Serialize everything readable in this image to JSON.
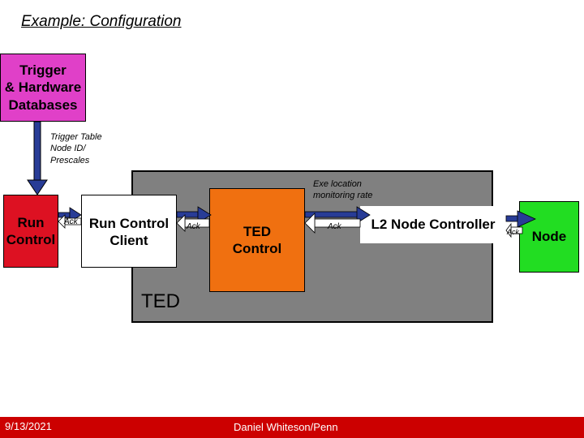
{
  "slide": {
    "title": "Example: Configuration",
    "colors": {
      "trigger_db": "#e040c8",
      "run_control": "#dd1122",
      "ted_area": "#808080",
      "ted_control": "#f07010",
      "node": "#22dd22",
      "footer": "#cc0000",
      "arrow_fill": "#283c96"
    }
  },
  "boxes": {
    "trigger_db": "Trigger\n& Hardware\nDatabases",
    "run_control": "Run\nControl",
    "run_control_client": "Run Control\nClient",
    "ted_control": "TED\nControl",
    "l2_node_controller": "L2 Node Controller",
    "node": "Node",
    "ted_area": "TED"
  },
  "annotations": {
    "trigger_table": "Trigger Table\nNode ID/\nPrescales",
    "exe_location": "Exe location\nmonitoring rate",
    "ack_1": "Ack",
    "ack_2": "Ack",
    "ack_3": "Ack",
    "ack_4": "Ack"
  },
  "footer": {
    "date": "9/13/2021",
    "author": "Daniel Whiteson/Penn"
  }
}
